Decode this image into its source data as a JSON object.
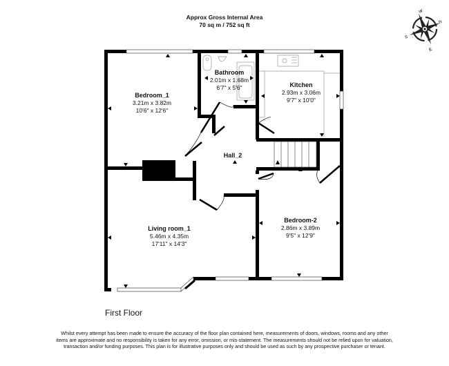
{
  "header": {
    "line1": "Approx Gross Internal Area",
    "line2": "70 sq m / 752 sq ft"
  },
  "compass": {
    "icon": "compass-rose-icon",
    "labels": {
      "n": "N",
      "s": "S",
      "e": "E",
      "w": "W"
    }
  },
  "rooms": [
    {
      "id": "bedroom-1",
      "name": "Bedroom_1",
      "metric": "3.21m x 3.82m",
      "imperial": "10'6\" x 12'6\""
    },
    {
      "id": "bathroom",
      "name": "Bathroom",
      "metric": "2.01m x 1.68m",
      "imperial": "6'7\" x 5'6\""
    },
    {
      "id": "kitchen",
      "name": "Kitchen",
      "metric": "2.93m x 3.06m",
      "imperial": "9'7\" x 10'0\""
    },
    {
      "id": "hall-2",
      "name": "Hall_2",
      "metric": "",
      "imperial": ""
    },
    {
      "id": "living-room-1",
      "name": "Living room_1",
      "metric": "5.46m x 4.35m",
      "imperial": "17'11\" x 14'3\""
    },
    {
      "id": "bedroom-2",
      "name": "Bedroom-2",
      "metric": "2.86m x 3.89m",
      "imperial": "9'5\" x 12'9\""
    }
  ],
  "floor_title": "First Floor",
  "disclaimer": "Whilst every attempt has been made to ensure the accuracy of the floor plan contained here, measurements of doors, windows, rooms and any other items are approximate and no responsibility is taken for any error, omission, or mis-statement. The measurements should not be relied upon for valuation, transaction and/or funding purposes. This plan is for illustrative purposes only and should be used as such by any prospective purchaser or tenant.",
  "colors": {
    "wall": "#000000",
    "fixture": "#9a9a9a",
    "background": "#ffffff"
  }
}
